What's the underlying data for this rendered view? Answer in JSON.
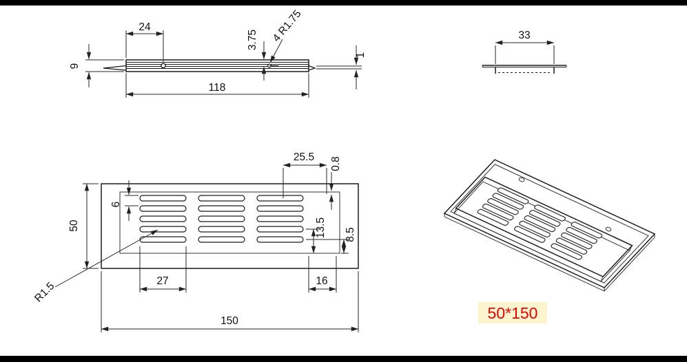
{
  "colors": {
    "line": "#1b1b1b",
    "border_bar": "#000000",
    "size_label_text": "#e60000",
    "size_label_bg": "#fcf3cf"
  },
  "views": {
    "profile": {
      "dim_24": "24",
      "dim_375": "3.75",
      "dim_hole": "4 R1.75",
      "dim_1": "1",
      "dim_9": "9",
      "dim_118": "118"
    },
    "end": {
      "dim_33": "33"
    },
    "front": {
      "dim_255": "25.5",
      "dim_08": "0.8",
      "dim_6": "6",
      "dim_135": "13.5",
      "dim_85": "8.5",
      "dim_r15": "R1.5",
      "dim_27": "27",
      "dim_16": "16",
      "dim_150": "150",
      "dim_50": "50"
    },
    "iso": {
      "size_label": "50*150"
    }
  }
}
